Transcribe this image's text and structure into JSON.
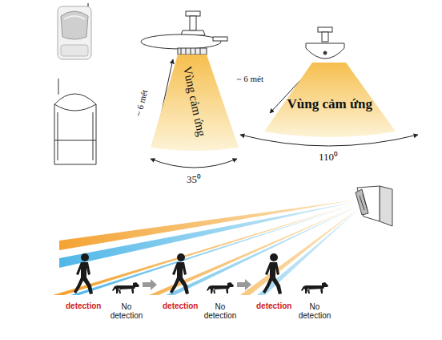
{
  "diagram": {
    "nodes": [
      {
        "text": [
          "Vùng cảm ứng"
        ]
      },
      {
        "text": [
          "Vùng cảm ứng"
        ]
      }
    ],
    "labels": [
      "~ 6 mét",
      "35⁰",
      "~ 6 mét",
      "110⁰",
      "detection",
      "No detection",
      "detection",
      "No detection",
      "detection",
      "No detection"
    ]
  }
}
